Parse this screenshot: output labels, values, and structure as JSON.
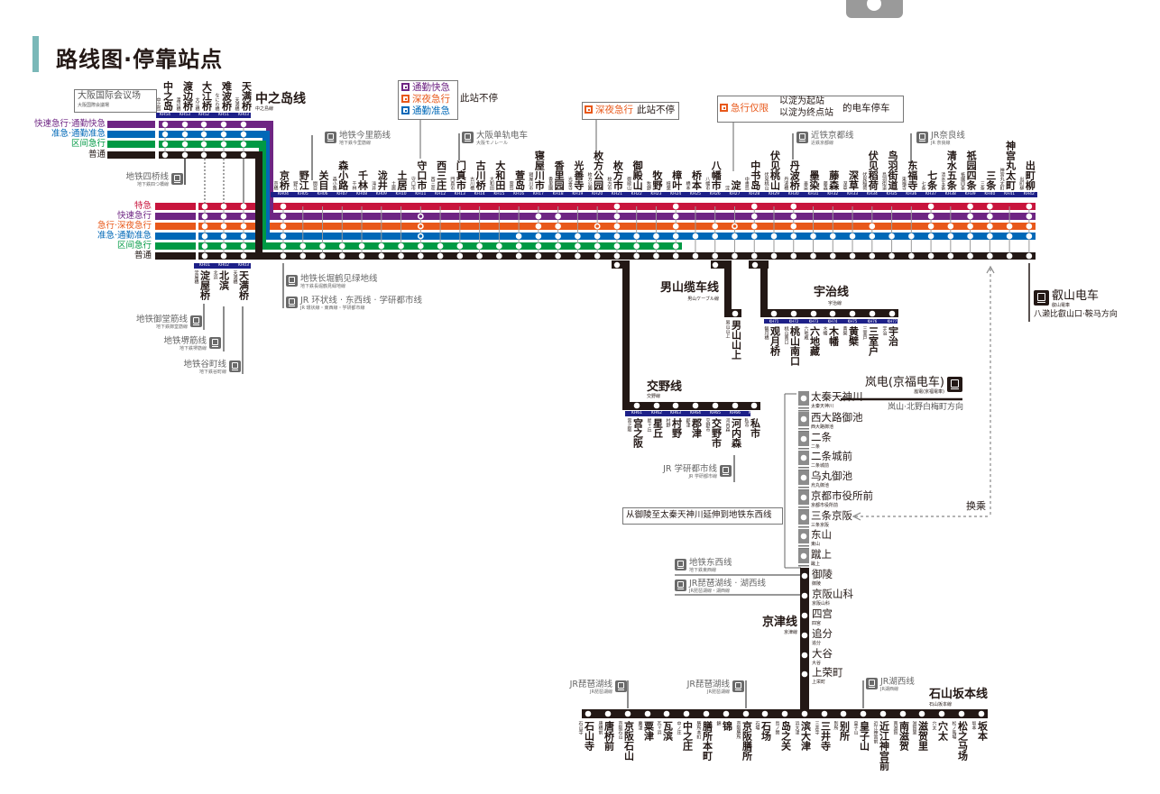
{
  "header": {
    "title": "路线图·停靠站点"
  },
  "colors": {
    "accent": "#7ab8b8",
    "station_number": "#1d2088",
    "transfer": "#666666",
    "tozai": "#8c8c8c"
  },
  "services": [
    {
      "label": "特急",
      "color": "#c8143c"
    },
    {
      "label": "快速急行",
      "color": "#6e2583"
    },
    {
      "label": "急行·深夜急行",
      "color": "#e8581a"
    },
    {
      "label": "准急·通勤准急",
      "color": "#0068b7"
    },
    {
      "label": "区间急行",
      "color": "#009944"
    },
    {
      "label": "普通",
      "color": "#231815"
    }
  ],
  "nakanoshima_services": [
    {
      "label": "快速急行·通勤快急",
      "color": "#6e2583"
    },
    {
      "label": "准急·通勤准急",
      "color": "#0068b7"
    },
    {
      "label": "区间急行",
      "color": "#009944"
    },
    {
      "label": "普通",
      "color": "#231815"
    }
  ],
  "landmark": {
    "label": "大阪国际会议场",
    "sub": "大阪国際会議場"
  },
  "nakanoshima_line": {
    "title": "中之岛线",
    "subtitle": "中之島線",
    "stations": [
      {
        "name": "中之岛",
        "ja": "中之島",
        "no": "KH54"
      },
      {
        "name": "渡边桥",
        "ja": "渡辺橋",
        "no": "KH53"
      },
      {
        "name": "大江桥",
        "ja": "大江橋",
        "no": "KH52"
      },
      {
        "name": "难波桥",
        "ja": "なにわ橋",
        "no": "KH51"
      },
      {
        "name": "天满桥",
        "ja": "天満橋",
        "no": "KH03"
      }
    ]
  },
  "legends": {
    "box1": {
      "items": [
        {
          "label": "通勤快急",
          "color": "#6e2583"
        },
        {
          "label": "深夜急行",
          "color": "#e8581a"
        },
        {
          "label": "通勤准急",
          "color": "#0068b7"
        }
      ],
      "suffix": "此站不停"
    },
    "box2": {
      "label": "深夜急行",
      "suffix": "此站不停",
      "color": "#e8581a"
    },
    "box3": {
      "label": "急行仅限",
      "lines": [
        "以淀为起站",
        "以淀为终点站"
      ],
      "suffix": "的电车停车",
      "color": "#e8581a"
    }
  },
  "main_line": {
    "terminal_stations": [
      {
        "name": "淀屋桥",
        "ja": "淀屋橋",
        "no": "KH01",
        "stops": "111111"
      },
      {
        "name": "北滨",
        "ja": "北浜",
        "no": "KH02",
        "stops": "111111"
      },
      {
        "name": "天满桥",
        "ja": "天満橋",
        "no": "KH03",
        "stops": "111111"
      }
    ],
    "stations": [
      {
        "name": "京桥",
        "ja": "京橋",
        "no": "KH04",
        "stops": "111111"
      },
      {
        "name": "野江",
        "ja": "野江",
        "no": "KH05",
        "stops": "000011"
      },
      {
        "name": "关目",
        "ja": "関目",
        "no": "KH06",
        "stops": "000011"
      },
      {
        "name": "森小路",
        "ja": "森小路",
        "no": "KH07",
        "stops": "000011"
      },
      {
        "name": "千林",
        "ja": "千林",
        "no": "KH08",
        "stops": "000011"
      },
      {
        "name": "泷井",
        "ja": "滝井",
        "no": "KH09",
        "stops": "000011"
      },
      {
        "name": "土居",
        "ja": "土居",
        "no": "KH10",
        "stops": "000011"
      },
      {
        "name": "守口市",
        "ja": "守口市",
        "no": "KH11",
        "stops": "0ooo11"
      },
      {
        "name": "西三庄",
        "ja": "西三荘",
        "no": "KH12",
        "stops": "000011"
      },
      {
        "name": "门真市",
        "ja": "門真市",
        "no": "KH13",
        "stops": "000011"
      },
      {
        "name": "古川桥",
        "ja": "古川橋",
        "no": "KH14",
        "stops": "000011"
      },
      {
        "name": "大和田",
        "ja": "大和田",
        "no": "KH15",
        "stops": "000011"
      },
      {
        "name": "萱岛",
        "ja": "萱島",
        "no": "KH16",
        "stops": "000111"
      },
      {
        "name": "寝屋川市",
        "ja": "寝屋川市",
        "no": "KH17",
        "stops": "011111"
      },
      {
        "name": "香里园",
        "ja": "香里園",
        "no": "KH18",
        "stops": "011111"
      },
      {
        "name": "光善寺",
        "ja": "光善寺",
        "no": "KH19",
        "stops": "000111"
      },
      {
        "name": "枚方公园",
        "ja": "枚方公園",
        "no": "KH20",
        "stops": "00o111"
      },
      {
        "name": "枚方市",
        "ja": "枚方市",
        "no": "KH21",
        "stops": "111111"
      },
      {
        "name": "御殿山",
        "ja": "御殿山",
        "no": "KH22",
        "stops": "000111"
      },
      {
        "name": "牧野",
        "ja": "牧野",
        "no": "KH23",
        "stops": "000111"
      },
      {
        "name": "樟叶",
        "ja": "樟葉",
        "no": "KH24",
        "stops": "111111"
      },
      {
        "name": "桥本",
        "ja": "橋本",
        "no": "KH25",
        "stops": "0001-1"
      },
      {
        "name": "八幡市",
        "ja": "八幡市",
        "no": "KH26",
        "stops": "0011-1"
      },
      {
        "name": "淀",
        "ja": "淀",
        "no": "KH27",
        "stops": "00o1-1"
      },
      {
        "name": "中书岛",
        "ja": "中書島",
        "no": "KH28",
        "stops": "1111-1"
      },
      {
        "name": "伏见桃山",
        "ja": "伏見桃山",
        "no": "KH29",
        "stops": "0001-1"
      },
      {
        "name": "丹波桥",
        "ja": "丹波橋",
        "no": "KH30",
        "stops": "1111-1"
      },
      {
        "name": "墨染",
        "ja": "墨染",
        "no": "KH31",
        "stops": "0001-1"
      },
      {
        "name": "藤森",
        "ja": "藤森",
        "no": "KH32",
        "stops": "0001-1"
      },
      {
        "name": "深草",
        "ja": "深草",
        "no": "KH33",
        "stops": "0001-1"
      },
      {
        "name": "伏见稻荷",
        "ja": "伏見稲荷",
        "no": "KH34",
        "stops": "0011-1"
      },
      {
        "name": "鸟羽街道",
        "ja": "鳥羽街道",
        "no": "KH35",
        "stops": "0001-1"
      },
      {
        "name": "东福寺",
        "ja": "東福寺",
        "no": "KH36",
        "stops": "0001-1"
      },
      {
        "name": "七条",
        "ja": "七条",
        "no": "KH37",
        "stops": "1111-1"
      },
      {
        "name": "清水五条",
        "ja": "清水五条",
        "no": "KH38",
        "stops": "0011-1"
      },
      {
        "name": "祇园四条",
        "ja": "祇園四条",
        "no": "KH39",
        "stops": "1111-1"
      },
      {
        "name": "三条",
        "ja": "三条",
        "no": "KH40",
        "stops": "1111-1"
      },
      {
        "name": "神宫丸太町",
        "ja": "神宮丸太町",
        "no": "KH41",
        "stops": "0011-1"
      },
      {
        "name": "出町柳",
        "ja": "出町柳",
        "no": "KH42",
        "stops": "1111-1"
      }
    ]
  },
  "cable_line": {
    "title": "男山缆车线",
    "subtitle": "男山ケーブル線",
    "stations": [
      {
        "name": "男山山上",
        "ja": "男山山上"
      }
    ]
  },
  "uji_line": {
    "title": "宇治线",
    "subtitle": "宇治線",
    "stations": [
      {
        "name": "观月桥",
        "ja": "観月橋",
        "no": "KH71"
      },
      {
        "name": "桃山南口",
        "ja": "桃山南口",
        "no": "KH72"
      },
      {
        "name": "六地藏",
        "ja": "六地蔵",
        "no": "KH73"
      },
      {
        "name": "木幡",
        "ja": "木幡",
        "no": "KH74"
      },
      {
        "name": "黄檗",
        "ja": "黄檗",
        "no": "KH75"
      },
      {
        "name": "三室户",
        "ja": "三室戸",
        "no": "KH76"
      },
      {
        "name": "宇治",
        "ja": "宇治",
        "no": "KH77"
      }
    ]
  },
  "katano_line": {
    "title": "交野线",
    "subtitle": "交野線",
    "stations": [
      {
        "name": "宫之阪",
        "ja": "宮之阪",
        "no": "KH61"
      },
      {
        "name": "星丘",
        "ja": "星ヶ丘",
        "no": "KH62"
      },
      {
        "name": "村野",
        "ja": "村野",
        "no": "KH63"
      },
      {
        "name": "郡津",
        "ja": "郡津",
        "no": "KH64"
      },
      {
        "name": "交野市",
        "ja": "交野市",
        "no": "KH65"
      },
      {
        "name": "河内森",
        "ja": "河内森",
        "no": "KH66"
      },
      {
        "name": "私市",
        "ja": "私市",
        "no": "KH67"
      }
    ]
  },
  "keishin_line": {
    "title": "京津线",
    "subtitle": "京津線",
    "tozai_stations": [
      {
        "name": "太秦天神川",
        "ja": "太秦天神川"
      },
      {
        "name": "西大路御池",
        "ja": "西大路御池"
      },
      {
        "name": "二条",
        "ja": "二条"
      },
      {
        "name": "二条城前",
        "ja": "二条城前"
      },
      {
        "name": "乌丸御池",
        "ja": "烏丸御池"
      },
      {
        "name": "京都市役所前",
        "ja": "京都市役所前"
      },
      {
        "name": "三条京阪",
        "ja": "三条京阪"
      },
      {
        "name": "东山",
        "ja": "東山"
      },
      {
        "name": "蹴上",
        "ja": "蹴上"
      }
    ],
    "stations": [
      {
        "name": "御陵",
        "ja": "御陵"
      },
      {
        "name": "京阪山科",
        "ja": "京阪山科"
      },
      {
        "name": "四宫",
        "ja": "四宮"
      },
      {
        "name": "追分",
        "ja": "追分"
      },
      {
        "name": "大谷",
        "ja": "大谷"
      },
      {
        "name": "上荣町",
        "ja": "上栄町"
      }
    ],
    "note": "从御陵至太秦天神川延伸到地铁东西线"
  },
  "ishiyama_line": {
    "title": "石山坂本线",
    "subtitle": "石山坂本線",
    "stations": [
      {
        "name": "石山寺",
        "ja": "石山寺"
      },
      {
        "name": "唐桥前",
        "ja": "唐橋前"
      },
      {
        "name": "京阪石山",
        "ja": "京阪石山"
      },
      {
        "name": "粟津",
        "ja": "粟津"
      },
      {
        "name": "瓦滨",
        "ja": "瓦ヶ浜"
      },
      {
        "name": "中之庄",
        "ja": "中ノ庄"
      },
      {
        "name": "膳所本町",
        "ja": "膳所本町"
      },
      {
        "name": "锦",
        "ja": "錦"
      },
      {
        "name": "京阪膳所",
        "ja": "京阪膳所"
      },
      {
        "name": "石场",
        "ja": "石場"
      },
      {
        "name": "岛之关",
        "ja": "島ノ関"
      },
      {
        "name": "滨大津",
        "ja": "浜大津"
      },
      {
        "name": "三井寺",
        "ja": "三井寺"
      },
      {
        "name": "别所",
        "ja": "別所"
      },
      {
        "name": "皇子山",
        "ja": "皇子山"
      },
      {
        "name": "近江神宫前",
        "ja": "近江神宮前"
      },
      {
        "name": "南滋贺",
        "ja": "南滋賀"
      },
      {
        "name": "滋贺里",
        "ja": "滋賀里"
      },
      {
        "name": "穴太",
        "ja": "穴太"
      },
      {
        "name": "松之马场",
        "ja": "松ノ馬場"
      },
      {
        "name": "坂本",
        "ja": "坂本"
      }
    ]
  },
  "transfers": {
    "imazato": {
      "label": "地铁今里筋线",
      "sub": "地下鉄今里筋線"
    },
    "monorail": {
      "label": "大阪单轨电车",
      "sub": "大阪モノレール"
    },
    "kintetsu": {
      "label": "近铁京都线",
      "sub": "近鉄京都線"
    },
    "jr_nara": {
      "label": "JR奈良线",
      "sub": "JR 奈良線"
    },
    "yotsubashi": {
      "label": "地铁四桥线",
      "sub": "地下鉄四つ橋線"
    },
    "midosuji": {
      "label": "地铁御堂筋线",
      "sub": "地下鉄御堂筋線"
    },
    "sakaisuji": {
      "label": "地铁堺筋线",
      "sub": "地下鉄堺筋線"
    },
    "tanimachi": {
      "label": "地铁谷町线",
      "sub": "地下鉄谷町線"
    },
    "nagahori": {
      "label": "地铁长堀鹤见绿地线",
      "sub": "地下鉄長堀鶴見緑地線"
    },
    "jr_loop": {
      "label": "JR 环状线 · 东西线 · 学研都市线",
      "sub": "JR 環状線・東西線・学研都市線"
    },
    "gakken": {
      "label": "JR 学研都市线",
      "sub": "JR 学研都市線"
    },
    "tozai": {
      "label": "地铁东西线",
      "sub": "地下鉄東西線"
    },
    "jr_biwako_kosei": {
      "label": "JR琵琶湖线 · 湖西线",
      "sub": "JR琵琶湖線・湖西線"
    },
    "biwako_1": {
      "label": "JR琵琶湖线",
      "sub": "JR琵琶湖線"
    },
    "biwako_2": {
      "label": "JR琵琶湖线",
      "sub": "JR琵琶湖線"
    },
    "kosei": {
      "label": "JR湖西线",
      "sub": "JR湖西線"
    },
    "eizan": {
      "label": "叡山电车",
      "sub": "叡山電車",
      "direction": "八濑比叡山口·鞍马方向"
    },
    "randen": {
      "label": "岚电(京福电车)",
      "sub": "嵐電(京福電車)",
      "direction": "岚山·北野白梅町方向"
    },
    "transfer_label": "换乘"
  }
}
